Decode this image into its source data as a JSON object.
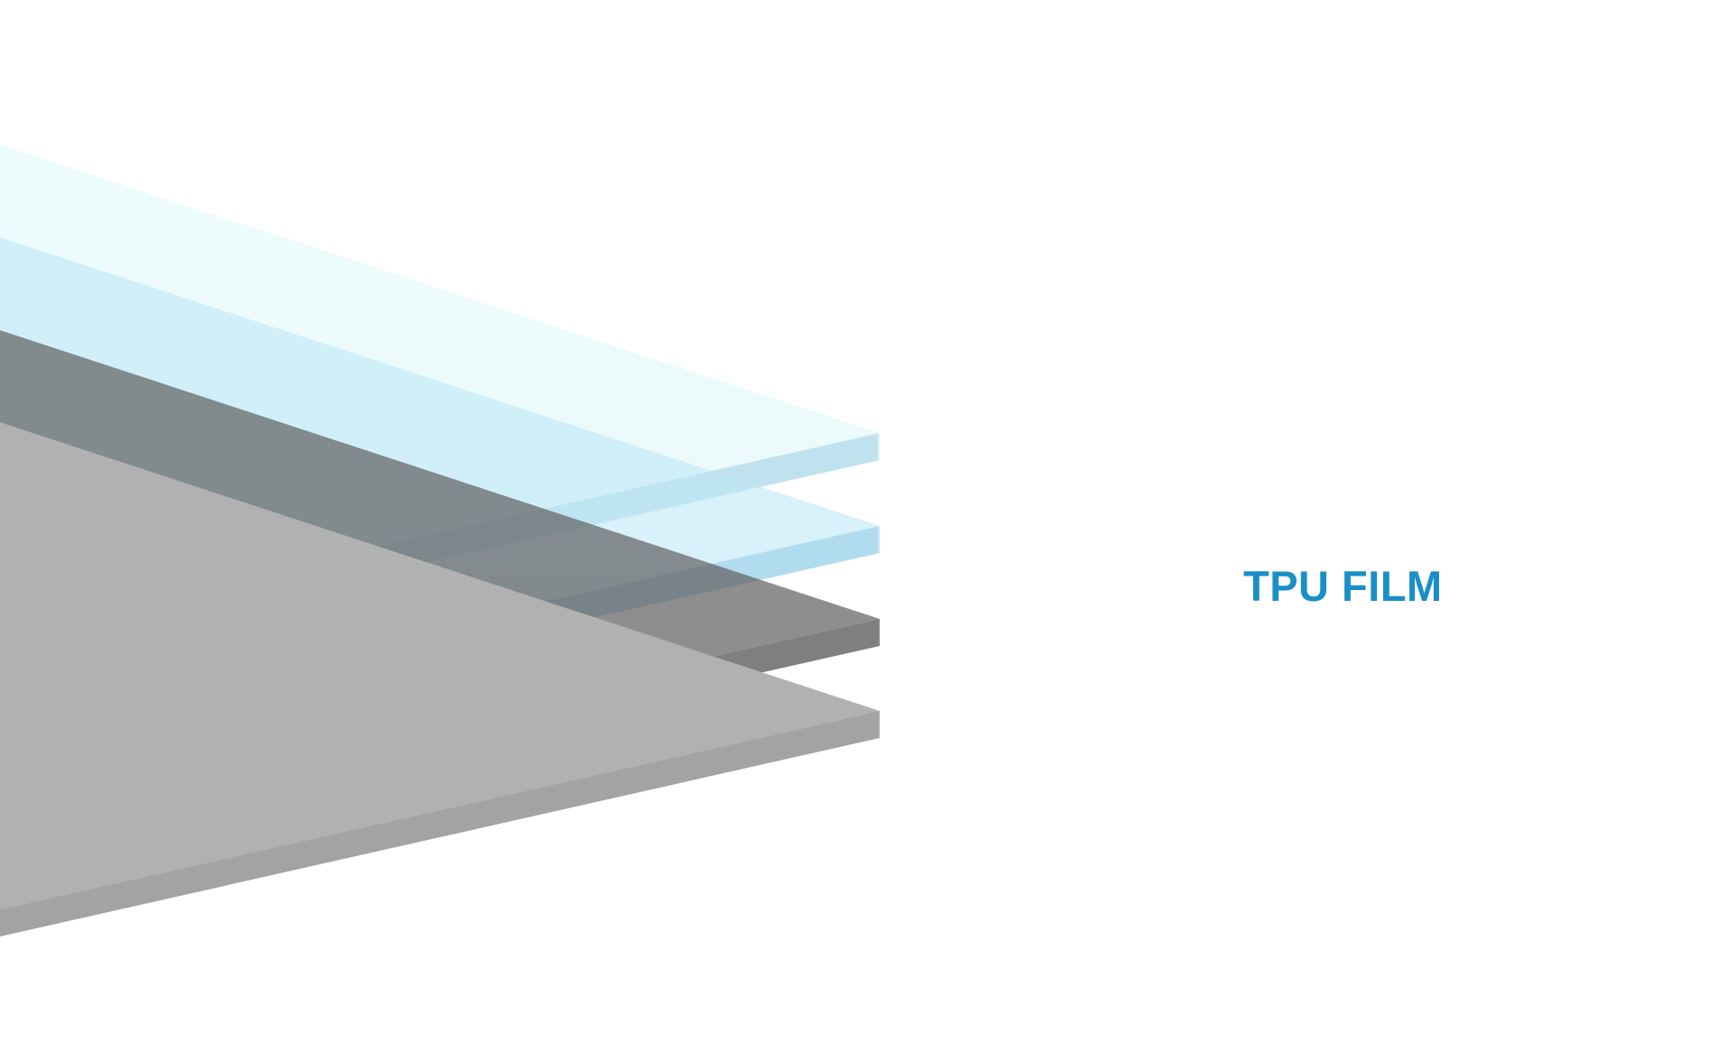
{
  "label": {
    "text": "TPU FILM",
    "color": "#1a8fc6"
  },
  "layers": [
    {
      "name": "top-clear-layer",
      "top": "#e6f9fb",
      "front": "#a9d7e8",
      "side": "#d2f0f5",
      "opacity": 0.72
    },
    {
      "name": "blue-layer",
      "top": "#bfe8f7",
      "front": "#7ec4e6",
      "side": "#a6daf0",
      "opacity": 0.6
    },
    {
      "name": "dark-gray-layer",
      "top": "#5f5f5f",
      "front": "#4a4a4a",
      "side": "#555555",
      "opacity": 0.7
    },
    {
      "name": "light-gray-layer",
      "top": "#b1b1b1",
      "front": "#a3a3a3",
      "side": "#aaaaaa",
      "opacity": 1.0
    }
  ]
}
